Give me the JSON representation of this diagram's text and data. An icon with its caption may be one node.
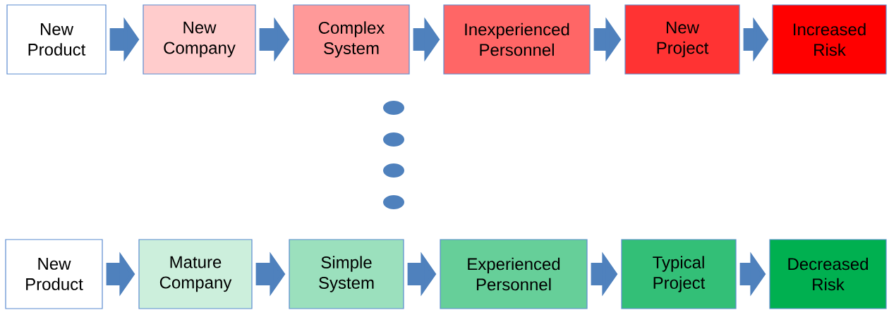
{
  "diagram": {
    "nodes": [
      {
        "text": [
          "New Product"
        ]
      },
      {
        "text": [
          "New Company"
        ]
      },
      {
        "text": [
          "Complex System"
        ]
      },
      {
        "text": [
          "Inexperienced Personnel"
        ]
      },
      {
        "text": [
          "New Project"
        ]
      },
      {
        "text": [
          "Increased Risk"
        ]
      },
      {
        "text": [
          "New Product"
        ]
      },
      {
        "text": [
          "Mature Company"
        ]
      },
      {
        "text": [
          "Simple System"
        ]
      },
      {
        "text": [
          "Experienced Personnel"
        ]
      },
      {
        "text": [
          "Typical Project"
        ]
      },
      {
        "text": [
          "Decreased Risk"
        ]
      }
    ],
    "edges": [
      {
        "from": 0,
        "to": 1,
        "arrow": "to"
      },
      {
        "from": 1,
        "to": 2,
        "arrow": "to"
      },
      {
        "from": 2,
        "to": 3,
        "arrow": "to"
      },
      {
        "from": 3,
        "to": 4,
        "arrow": "to"
      },
      {
        "from": 4,
        "to": 5,
        "arrow": "to"
      },
      {
        "from": 6,
        "to": 7,
        "arrow": "to"
      },
      {
        "from": 7,
        "to": 8,
        "arrow": "to"
      },
      {
        "from": 8,
        "to": 9,
        "arrow": "to"
      },
      {
        "from": 9,
        "to": 10,
        "arrow": "to"
      },
      {
        "from": 10,
        "to": 11,
        "arrow": "to"
      }
    ]
  }
}
